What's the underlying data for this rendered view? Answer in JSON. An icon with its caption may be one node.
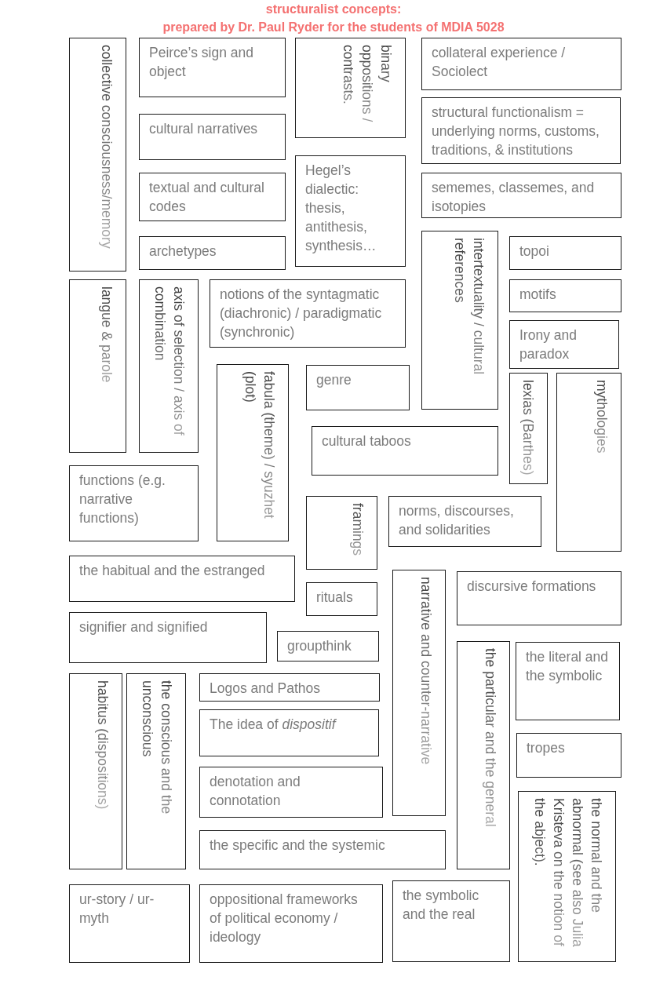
{
  "diagram": {
    "title": "structuralist concepts:",
    "nodes": [
      {
        "text": [
          "collective consciousness/memory"
        ]
      },
      {
        "text": [
          "Peirce’s sign and object"
        ]
      },
      {
        "text": [
          "binary oppositions / contrasts."
        ]
      },
      {
        "text": [
          "collateral experience / Sociolect"
        ]
      },
      {
        "text": [
          "structural functionalism = underlying norms, customs, traditions, & institutions"
        ]
      },
      {
        "text": [
          "cultural narratives"
        ]
      },
      {
        "text": [
          "Hegel’s dialectic: thesis, antithesis, synthesis…"
        ]
      },
      {
        "text": [
          "textual and cultural codes"
        ]
      },
      {
        "text": [
          "sememes, classemes, and isotopies"
        ]
      },
      {
        "text": [
          "intertextuality / cultural references"
        ]
      },
      {
        "text": [
          "archetypes"
        ]
      },
      {
        "text": [
          "topoi"
        ]
      },
      {
        "text": [
          "langue & parole"
        ]
      },
      {
        "text": [
          "axis of selection / axis of combination"
        ]
      },
      {
        "text": [
          "notions of the syntagmatic (diachronic) / paradigmatic (synchronic)"
        ]
      },
      {
        "text": [
          "motifs"
        ]
      },
      {
        "text": [
          "Irony and paradox"
        ]
      },
      {
        "text": [
          "fabula (theme) / syuzhet (plot)"
        ]
      },
      {
        "text": [
          "genre"
        ]
      },
      {
        "text": [
          "lexias (Barthes)"
        ]
      },
      {
        "text": [
          "mythologies"
        ]
      },
      {
        "text": [
          "cultural taboos"
        ]
      },
      {
        "text": [
          "functions (e.g. narrative functions)"
        ]
      },
      {
        "text": [
          "framings"
        ]
      },
      {
        "text": [
          "norms, discourses, and solidarities"
        ]
      },
      {
        "text": [
          "the habitual and the estranged"
        ]
      },
      {
        "text": [
          "narrative and counter-narrative"
        ]
      },
      {
        "text": [
          "discursive formations"
        ]
      },
      {
        "text": [
          "rituals"
        ]
      },
      {
        "text": [
          "signifier and signified"
        ]
      },
      {
        "text": [
          "groupthink"
        ]
      },
      {
        "text": [
          "the particular and the general"
        ]
      },
      {
        "text": [
          "the literal and the symbolic"
        ]
      },
      {
        "text": [
          "habitus (dispositions)"
        ]
      },
      {
        "text": [
          "the conscious and the unconscious"
        ]
      },
      {
        "text": [
          "Logos and Pathos"
        ]
      },
      {
        "text": [
          "The idea of *dispositif*"
        ]
      },
      {
        "text": [
          "tropes"
        ]
      },
      {
        "text": [
          "denotation and connotation"
        ]
      },
      {
        "text": [
          "the normal and the abnormal (see also Julia Kristeva on the notion of the abject)."
        ]
      },
      {
        "text": [
          "the specific and the systemic"
        ]
      },
      {
        "text": [
          "the symbolic and the real"
        ]
      },
      {
        "text": [
          "ur-story / ur-myth"
        ]
      },
      {
        "text": [
          "oppositional frameworks of political economy / ideology"
        ]
      }
    ],
    "labels": [
      "prepared by Dr. Paul Ryder for the students of MDIA 5028"
    ]
  }
}
